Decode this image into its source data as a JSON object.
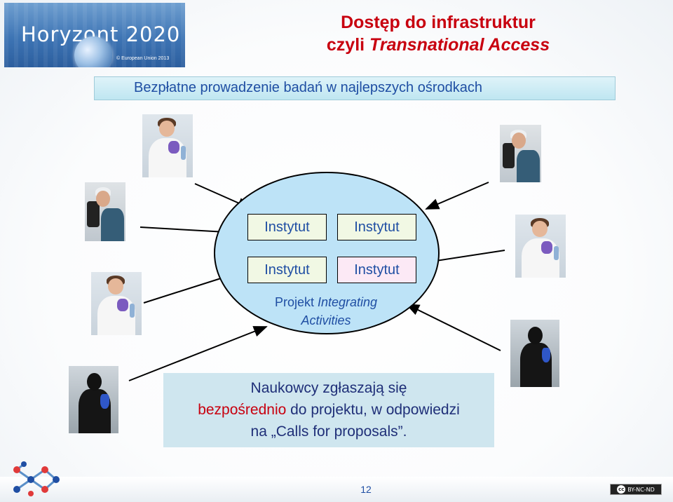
{
  "header": {
    "logo_text": "Horyzont 2020",
    "logo_copyright": "© European Union 2013",
    "title_line1": "Dostęp do infrastruktur",
    "title_line2_prefix": "czyli ",
    "title_line2_italic": "Transnational Access"
  },
  "subtitle": "Bezpłatne prowadzenie badań w najlepszych ośrodkach",
  "hub": {
    "institutes": [
      "Instytut",
      "Instytut",
      "Instytut",
      "Instytut"
    ],
    "label_prefix": "Projekt ",
    "label_italic_1": "Integrating",
    "label_italic_2": "Activities"
  },
  "note": {
    "line1": "Naukowcy zgłaszają się",
    "line2_red": "bezpośrednio",
    "line2_rest": " do projektu, w odpowiedzi",
    "line3": "na „Calls for proposals”."
  },
  "footer": {
    "page_number": "12",
    "license_badge": "BY-NC-ND",
    "license_cc": "cc"
  },
  "colors": {
    "title_red": "#c8000f",
    "text_blue": "#1f4ea3",
    "hub_fill": "#bde3f7",
    "note_fill": "#cfe6ef"
  }
}
